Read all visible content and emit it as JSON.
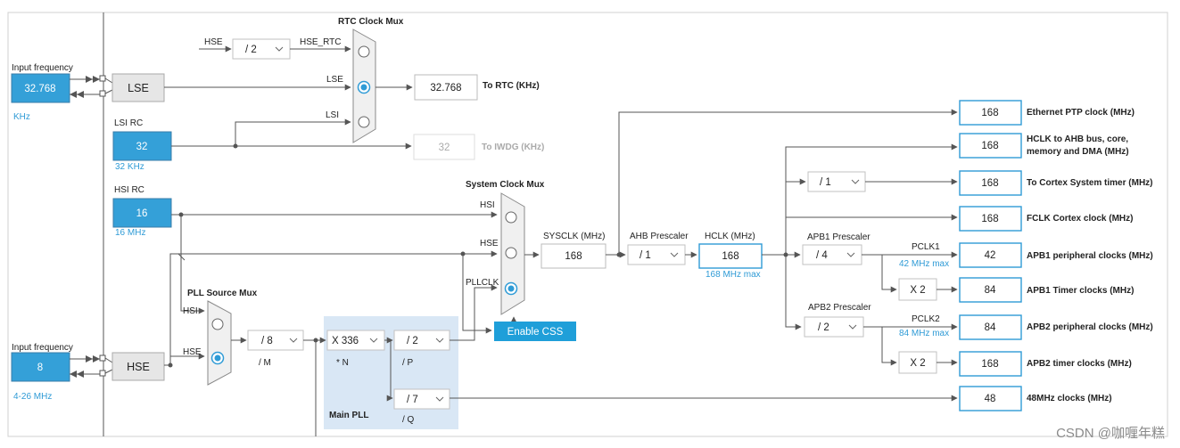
{
  "inputs": {
    "lse_caption": "Input frequency",
    "lse_value": "32.768",
    "lse_unit": "KHz",
    "hse_caption": "Input frequency",
    "hse_value": "8",
    "hse_range": "4-26 MHz"
  },
  "oscillators": {
    "lse": "LSE",
    "hse": "HSE",
    "lsi_title": "LSI RC",
    "lsi_value": "32",
    "lsi_unit": "32 KHz",
    "hsi_title": "HSI RC",
    "hsi_value": "16",
    "hsi_unit": "16 MHz"
  },
  "rtc_mux": {
    "title": "RTC Clock Mux",
    "hse_label": "HSE",
    "div_value": "/ 2",
    "hse_rtc_label": "HSE_RTC",
    "lse_label": "LSE",
    "lsi_label": "LSI",
    "selected": "LSE",
    "rtc_value": "32.768",
    "rtc_label": "To RTC (KHz)",
    "iwdg_value": "32",
    "iwdg_label": "To IWDG (KHz)"
  },
  "pll_source_mux": {
    "title": "PLL Source Mux",
    "hsi_label": "HSI",
    "hse_label": "HSE",
    "selected": "HSE"
  },
  "main_pll": {
    "title": "Main PLL",
    "m_value": "/ 8",
    "m_label": "/ M",
    "n_value": "X 336",
    "n_label": "* N",
    "p_value": "/ 2",
    "p_label": "/ P",
    "q_value": "/ 7",
    "q_label": "/ Q"
  },
  "system_mux": {
    "title": "System Clock Mux",
    "hsi_label": "HSI",
    "hse_label": "HSE",
    "pllclk_label": "PLLCLK",
    "selected": "PLLCLK",
    "enable_css": "Enable CSS"
  },
  "sysclk": {
    "label": "SYSCLK (MHz)",
    "value": "168"
  },
  "ahb": {
    "label": "AHB Prescaler",
    "value": "/ 1"
  },
  "hclk": {
    "label": "HCLK (MHz)",
    "value": "168",
    "max": "168 MHz max"
  },
  "apb1": {
    "label": "APB1 Prescaler",
    "value": "/ 4",
    "pclk_label": "PCLK1",
    "max": "42 MHz max",
    "timer_mult": "X 2"
  },
  "apb2": {
    "label": "APB2 Prescaler",
    "value": "/ 2",
    "pclk_label": "PCLK2",
    "max": "84 MHz max",
    "timer_mult": "X 2"
  },
  "cortex_div": "/ 1",
  "outputs": [
    {
      "value": "168",
      "label": "Ethernet PTP clock (MHz)"
    },
    {
      "value": "168",
      "label": "HCLK to AHB bus, core,",
      "label2": "memory and DMA (MHz)"
    },
    {
      "value": "168",
      "label": "To Cortex System timer (MHz)"
    },
    {
      "value": "168",
      "label": "FCLK Cortex clock (MHz)"
    },
    {
      "value": "42",
      "label": "APB1 peripheral clocks (MHz)"
    },
    {
      "value": "84",
      "label": "APB1 Timer clocks (MHz)"
    },
    {
      "value": "84",
      "label": "APB2 peripheral clocks (MHz)"
    },
    {
      "value": "168",
      "label": "APB2 timer clocks (MHz)"
    },
    {
      "value": "48",
      "label": "48MHz clocks (MHz)"
    }
  ],
  "watermark": "CSDN @咖喱年糕",
  "colors": {
    "accent": "#2f9bd6",
    "source_fill": "#34a0d8",
    "pll_panel": "#d9e7f5",
    "enable_css": "#1f9fd9"
  },
  "icons": {
    "dropdown": "chevron-down-icon",
    "radio": "radio-button-icon",
    "bidirectional": "bidirectional-arrow-icon"
  }
}
